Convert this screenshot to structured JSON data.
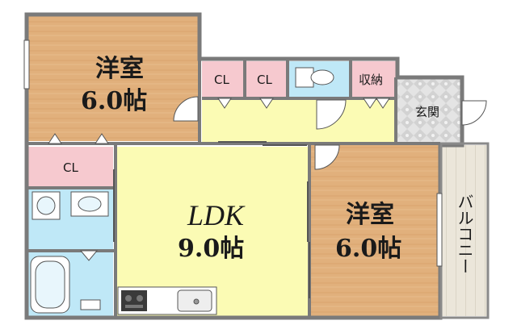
{
  "rooms": {
    "western_room_left": {
      "name": "洋室",
      "size": "6.0帖"
    },
    "ldk": {
      "name": "LDK",
      "size": "9.0帖"
    },
    "western_room_right": {
      "name": "洋室",
      "size": "6.0帖"
    },
    "entrance": {
      "name": "玄関"
    },
    "storage": {
      "name": "収納"
    },
    "closet_left": {
      "name": "CL"
    },
    "closet_top_1": {
      "name": "CL"
    },
    "closet_top_2": {
      "name": "CL"
    },
    "balcony": {
      "name": "バルコニー"
    }
  },
  "colors": {
    "wall": "#7a7a7a",
    "floor_wood": "#e2b27e",
    "ldk_floor": "#fbfbb4",
    "closet": "#f6c9cf",
    "wet_area": "#bfe8f7",
    "entrance_tile": "#e2e2e2",
    "balcony": "#e7e2d6"
  }
}
